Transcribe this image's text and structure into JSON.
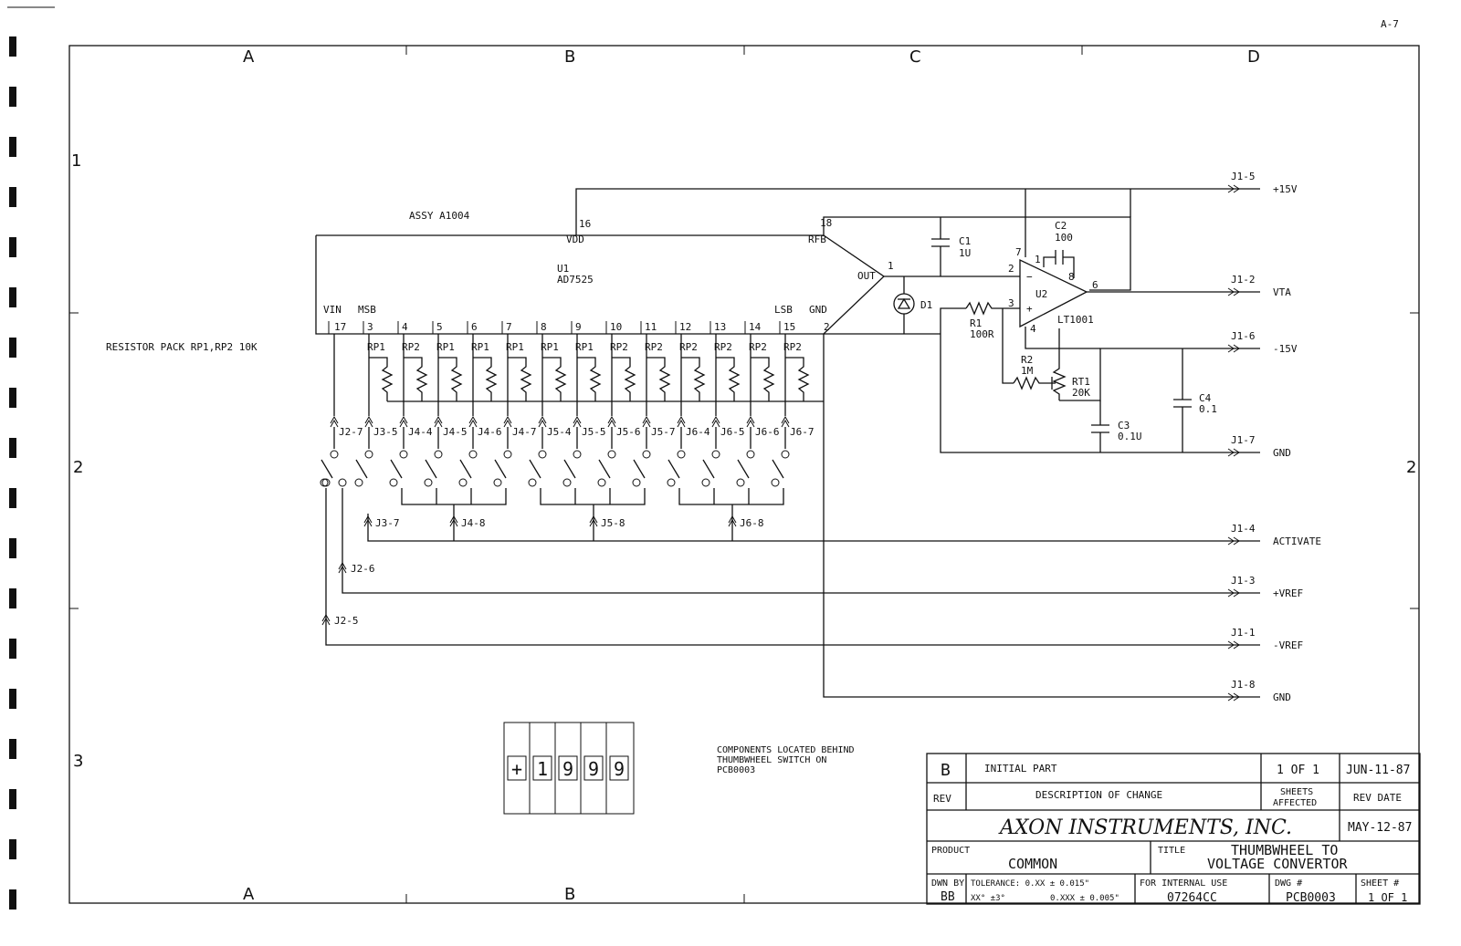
{
  "sheet_ref": "A-7",
  "zones": {
    "cols": [
      "A",
      "B",
      "C",
      "D"
    ],
    "rows": [
      "1",
      "2",
      "3"
    ]
  },
  "assembly": "ASSY A1004",
  "resistor_note": "RESISTOR PACK RP1,RP2 10K",
  "u1": {
    "ref": "U1",
    "part": "AD7525",
    "pins": {
      "vdd_num": "16",
      "vdd": "VDD",
      "rfb_num": "18",
      "rfb": "RFB",
      "out": "OUT",
      "out_num": "1",
      "vin": "VIN",
      "vin_num": "17",
      "msb": "MSB",
      "lsb": "LSB",
      "gnd": "GND",
      "gnd_num": "2"
    }
  },
  "bit_pins": [
    "3",
    "4",
    "5",
    "6",
    "7",
    "8",
    "9",
    "10",
    "11",
    "12",
    "13",
    "14",
    "15"
  ],
  "rp_labels": [
    "RP1",
    "RP2",
    "RP1",
    "RP1",
    "RP1",
    "RP1",
    "RP1",
    "RP2",
    "RP2",
    "RP2",
    "RP2",
    "RP2",
    "RP2"
  ],
  "switch_jacks": [
    "J2-7",
    "J3-5",
    "J4-4",
    "J4-5",
    "J4-6",
    "J4-7",
    "J5-4",
    "J5-5",
    "J5-6",
    "J5-7",
    "J6-4",
    "J6-5",
    "J6-6",
    "J6-7"
  ],
  "common_jacks": [
    "J3-7",
    "J4-8",
    "J5-8",
    "J6-8"
  ],
  "j2_6": "J2-6",
  "j2_5": "J2-5",
  "d1": "D1",
  "c1": {
    "ref": "C1",
    "val": "1U"
  },
  "c2": {
    "ref": "C2",
    "val": "100"
  },
  "c3": {
    "ref": "C3",
    "val": "0.1U"
  },
  "c4": {
    "ref": "C4",
    "val": "0.1"
  },
  "r1": {
    "ref": "R1",
    "val": "100R"
  },
  "r2": {
    "ref": "R2",
    "val": "1M"
  },
  "rt1": {
    "ref": "RT1",
    "val": "20K"
  },
  "u2": {
    "ref": "U2",
    "part": "LT1001",
    "pin_minus": "2",
    "pin_plus": "3",
    "pin_out": "6",
    "pin_v_plus": "7",
    "pin_v_minus": "4",
    "pin_bal1": "1",
    "pin_bal2": "8"
  },
  "connectors": [
    {
      "pin": "J1-5",
      "signal": "+15V"
    },
    {
      "pin": "J1-2",
      "signal": "VTA"
    },
    {
      "pin": "J1-6",
      "signal": "-15V"
    },
    {
      "pin": "J1-7",
      "signal": "GND"
    },
    {
      "pin": "J1-4",
      "signal": "ACTIVATE"
    },
    {
      "pin": "J1-3",
      "signal": "+VREF"
    },
    {
      "pin": "J1-1",
      "signal": "-VREF"
    },
    {
      "pin": "J1-8",
      "signal": "GND"
    }
  ],
  "thumbwheel_digits": [
    "+",
    "1",
    "9",
    "9",
    "9"
  ],
  "components_note": [
    "COMPONENTS LOCATED BEHIND",
    "THUMBWHEEL SWITCH ON",
    "PCB0003"
  ],
  "title_block": {
    "rev": "B",
    "change_desc": "INITIAL PART",
    "sheets": "1 OF 1",
    "rev_date": "JUN-11-87",
    "h_rev": "REV",
    "h_desc": "DESCRIPTION OF CHANGE",
    "h_sheets_1": "SHEETS",
    "h_sheets_2": "AFFECTED",
    "h_revdate": "REV DATE",
    "company": "AXON INSTRUMENTS, INC.",
    "date": "MAY-12-87",
    "h_product": "PRODUCT",
    "product": "COMMON",
    "h_title": "TITLE",
    "title_1": "THUMBWHEEL TO",
    "title_2": "VOLTAGE CONVERTOR",
    "h_dwn": "DWN BY",
    "dwn": "BB",
    "h_tol": "TOLERANCE: 0.XX ± 0.015\"",
    "tol2a": "XX° ±3°",
    "tol2b": "0.XXX ± 0.005\"",
    "h_internal": "FOR INTERNAL USE",
    "internal": "07264CC",
    "h_dwg": "DWG #",
    "dwg": "PCB0003",
    "h_sheet": "SHEET #",
    "sheet": "1 OF 1"
  }
}
